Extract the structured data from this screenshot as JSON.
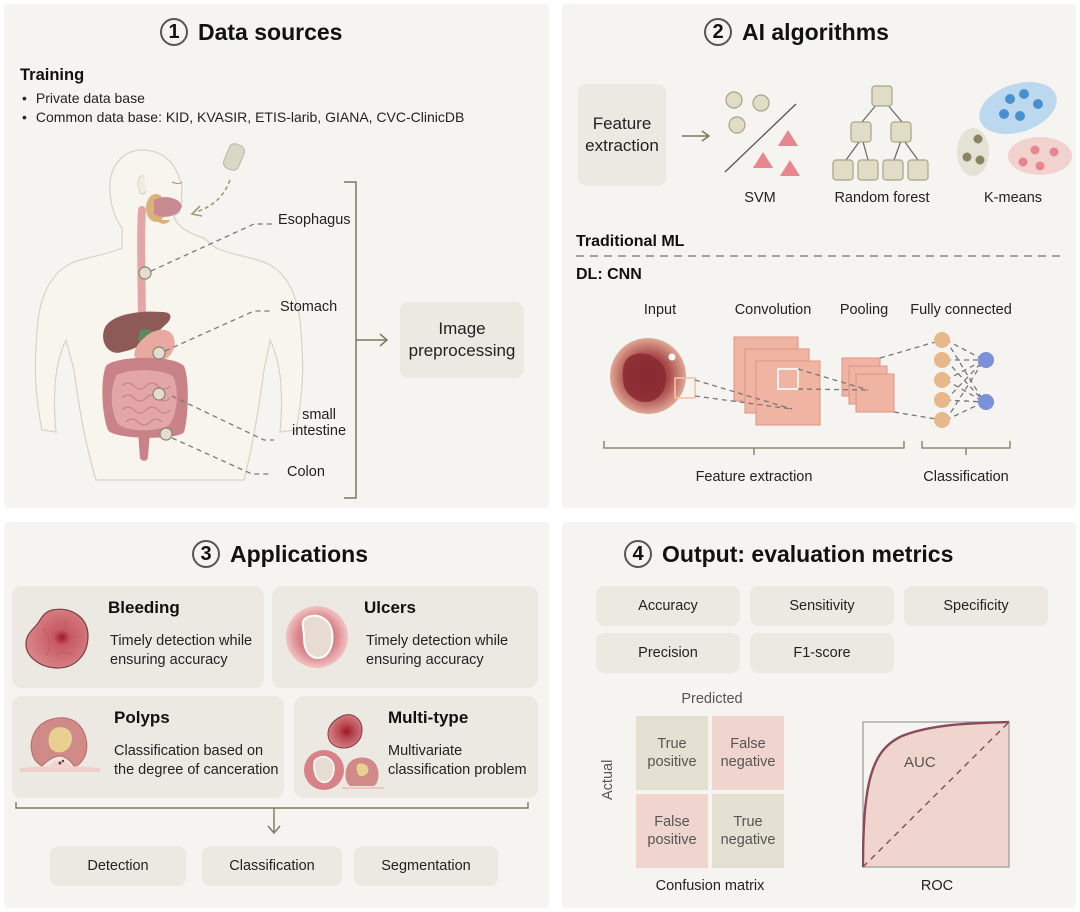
{
  "colors": {
    "panel_bg": "#f5f4f0",
    "box_bg": "#ebe9e2",
    "olive": "#8a8a6a",
    "pink": "#e88a8f",
    "blue": "#4a90d0",
    "orange": "#e8b88a",
    "node_blue": "#7a90d8",
    "roc_curve": "#8a4a5a"
  },
  "data_sources": {
    "number": "1",
    "title": "Data sources",
    "training_title": "Training",
    "training_items": [
      "Private data base",
      "Common data base: KID, KVASIR, ETIS-larib, GIANA, CVC-ClinicDB"
    ],
    "organs": [
      "Esophagus",
      "Stomach",
      "small\nintestine",
      "Colon"
    ],
    "organ_esophagus": "Esophagus",
    "organ_stomach": "Stomach",
    "organ_small_intestine_1": "small",
    "organ_small_intestine_2": "intestine",
    "organ_colon": "Colon",
    "preprocessing_1": "Image",
    "preprocessing_2": "preprocessing"
  },
  "ai_algorithms": {
    "number": "2",
    "title": "AI algorithms",
    "feature_extraction_1": "Feature",
    "feature_extraction_2": "extraction",
    "methods": [
      "SVM",
      "Random forest",
      "K-means"
    ],
    "traditional_label": "Traditional ML",
    "dl_label": "DL: CNN",
    "cnn_stages": [
      "Input",
      "Convolution",
      "Pooling",
      "Fully connected"
    ],
    "cnn_groups": [
      "Feature extraction",
      "Classification"
    ]
  },
  "applications": {
    "number": "3",
    "title": "Applications",
    "cards": [
      {
        "title": "Bleeding",
        "desc1": "Timely detection while",
        "desc2": "ensuring accuracy",
        "icon": "bleeding-icon"
      },
      {
        "title": "Ulcers",
        "desc1": "Timely detection while",
        "desc2": "ensuring accuracy",
        "icon": "ulcer-icon"
      },
      {
        "title": "Polyps",
        "desc1": "Classification based on",
        "desc2": "the degree of canceration",
        "icon": "polyp-icon"
      },
      {
        "title": "Multi-type",
        "desc1": "Multivariate",
        "desc2": "classification problem",
        "icon": "multi-type-icon"
      }
    ],
    "tasks": [
      "Detection",
      "Classification",
      "Segmentation"
    ]
  },
  "output": {
    "number": "4",
    "title": "Output: evaluation metrics",
    "metrics": [
      "Accuracy",
      "Sensitivity",
      "Specificity",
      "Precision",
      "F1-score"
    ],
    "confusion_matrix": {
      "predicted_label": "Predicted",
      "actual_label": "Actual",
      "cells": [
        [
          "True",
          "positive"
        ],
        [
          "False",
          "negative"
        ],
        [
          "False",
          "positive"
        ],
        [
          "True",
          "negative"
        ]
      ],
      "caption": "Confusion matrix"
    },
    "roc": {
      "auc_label": "AUC",
      "caption": "ROC"
    }
  }
}
